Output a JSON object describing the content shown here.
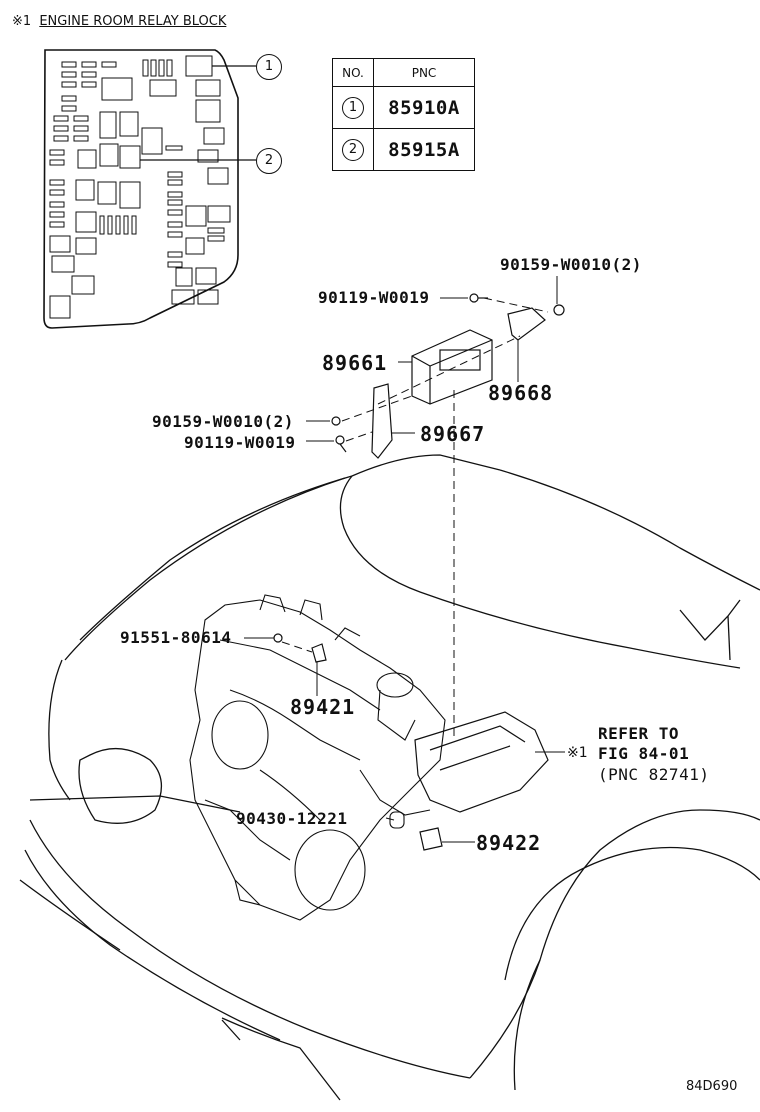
{
  "relay_block": {
    "marker": "※1",
    "title": "ENGINE ROOM RELAY BLOCK"
  },
  "table": {
    "headers": {
      "no": "NO.",
      "pnc": "PNC"
    },
    "rows": [
      {
        "no": "1",
        "pnc": "85910A"
      },
      {
        "no": "2",
        "pnc": "85915A"
      }
    ]
  },
  "callouts": {
    "one": "1",
    "two": "2"
  },
  "parts": {
    "p90159_top": "90159-W0010(2)",
    "p90119_top": "90119-W0019",
    "p89661": "89661",
    "p89668": "89668",
    "p90159_mid": "90159-W0010(2)",
    "p90119_mid": "90119-W0019",
    "p89667": "89667",
    "p91551": "91551-80614",
    "p89421": "89421",
    "p90430": "90430-12221",
    "p89422": "89422"
  },
  "refer": {
    "line1": "REFER TO",
    "marker": "※1",
    "line2": "FIG 84-01",
    "line3": "(PNC 82741)"
  },
  "drawing_code": "84D690"
}
